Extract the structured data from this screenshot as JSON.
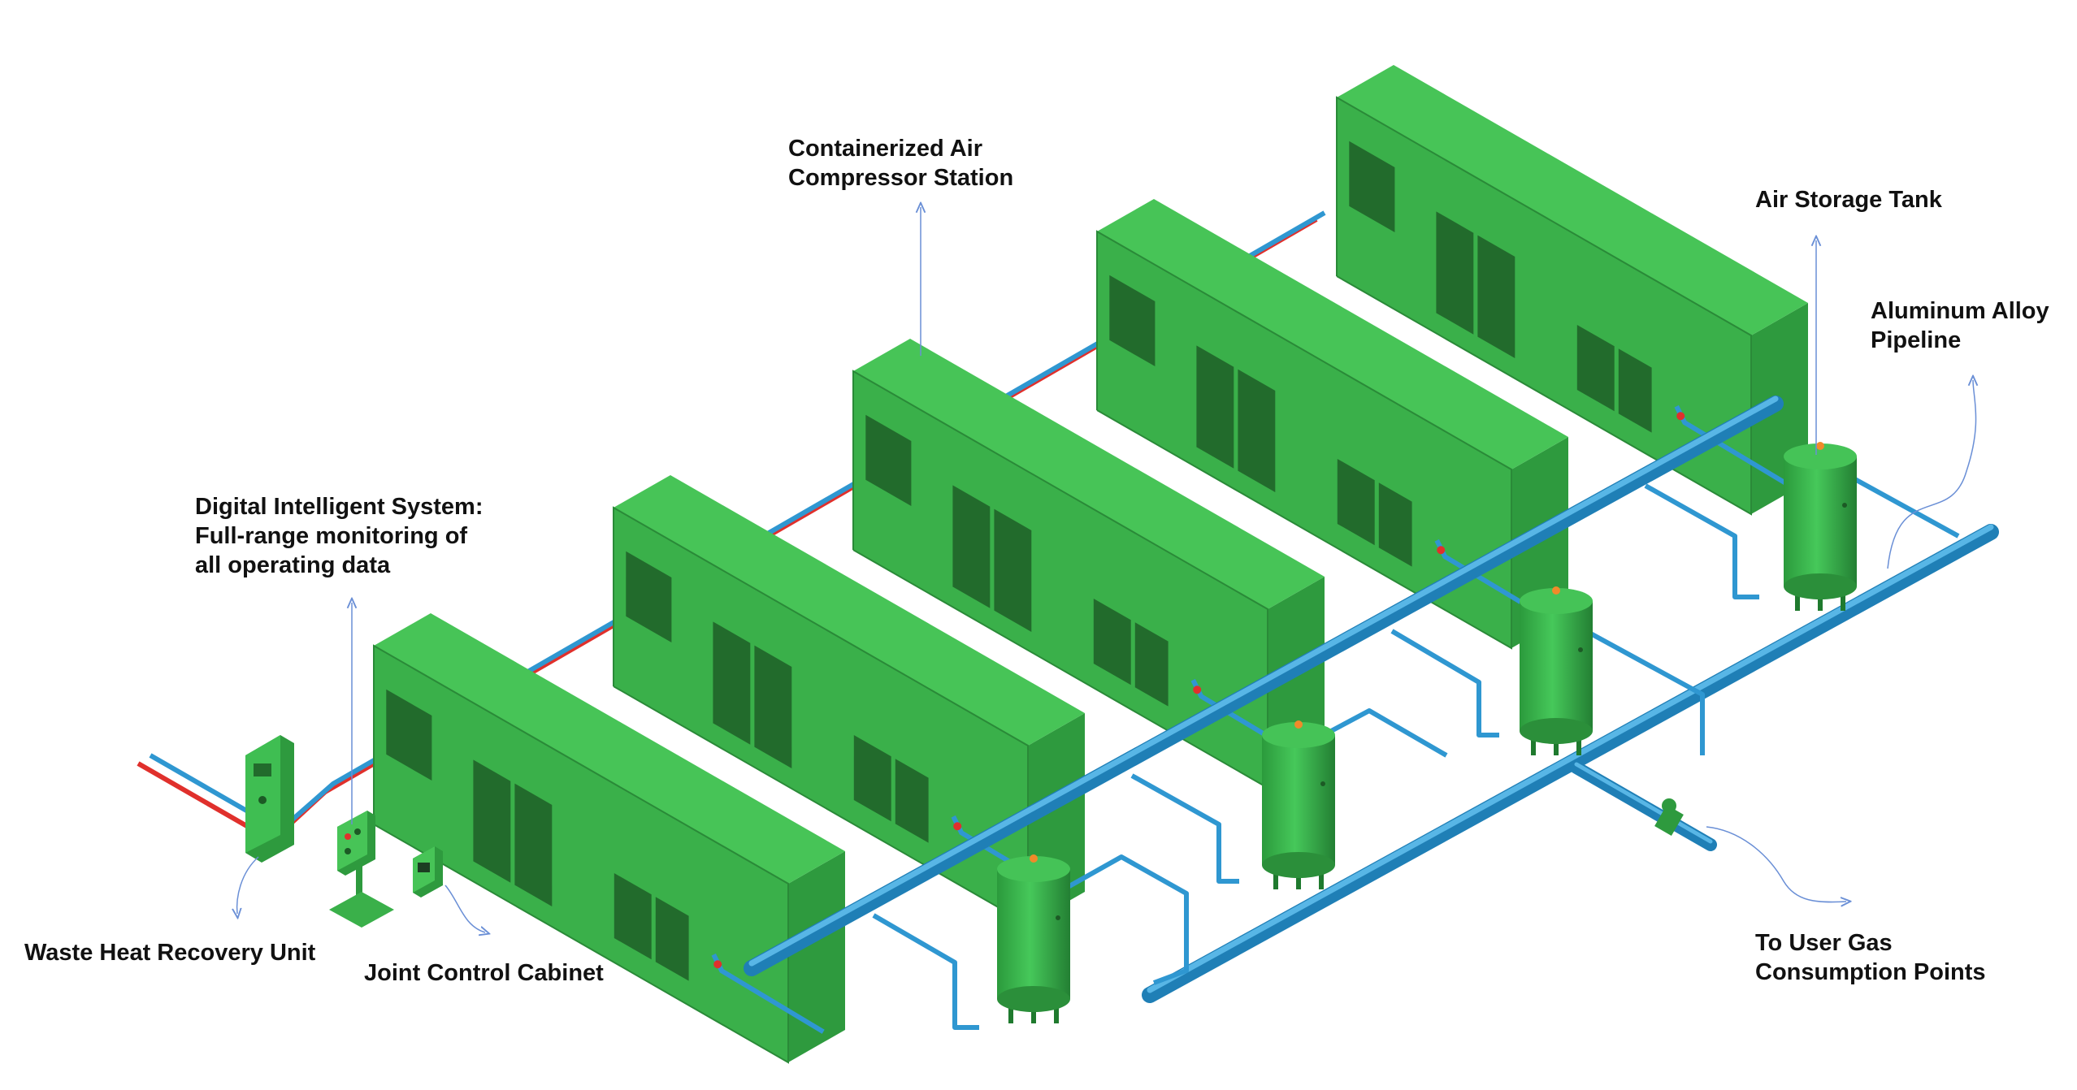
{
  "labels": {
    "containerized": [
      "Containerized Air",
      "Compressor Station"
    ],
    "air_storage_tank": "Air Storage Tank",
    "aluminum_pipeline": [
      "Aluminum Alloy",
      "Pipeline"
    ],
    "digital_system": [
      "Digital Intelligent System:",
      "Full-range monitoring of",
      "all operating data"
    ],
    "waste_heat": "Waste Heat Recovery Unit",
    "joint_control": "Joint Control Cabinet",
    "user_gas": [
      "To User Gas",
      "Consumption Points"
    ]
  },
  "colors": {
    "container_top": "#47c457",
    "container_front": "#3ab04a",
    "container_side": "#2e9a3e",
    "door_panel": "#226b2c",
    "pipe_blue": "#2f97d1",
    "pipe_red": "#e0302c",
    "tank_green": "#38b24a",
    "leader_line": "#6a8fd6"
  },
  "counts": {
    "compressor_containers": 5,
    "air_storage_tanks": 4
  }
}
